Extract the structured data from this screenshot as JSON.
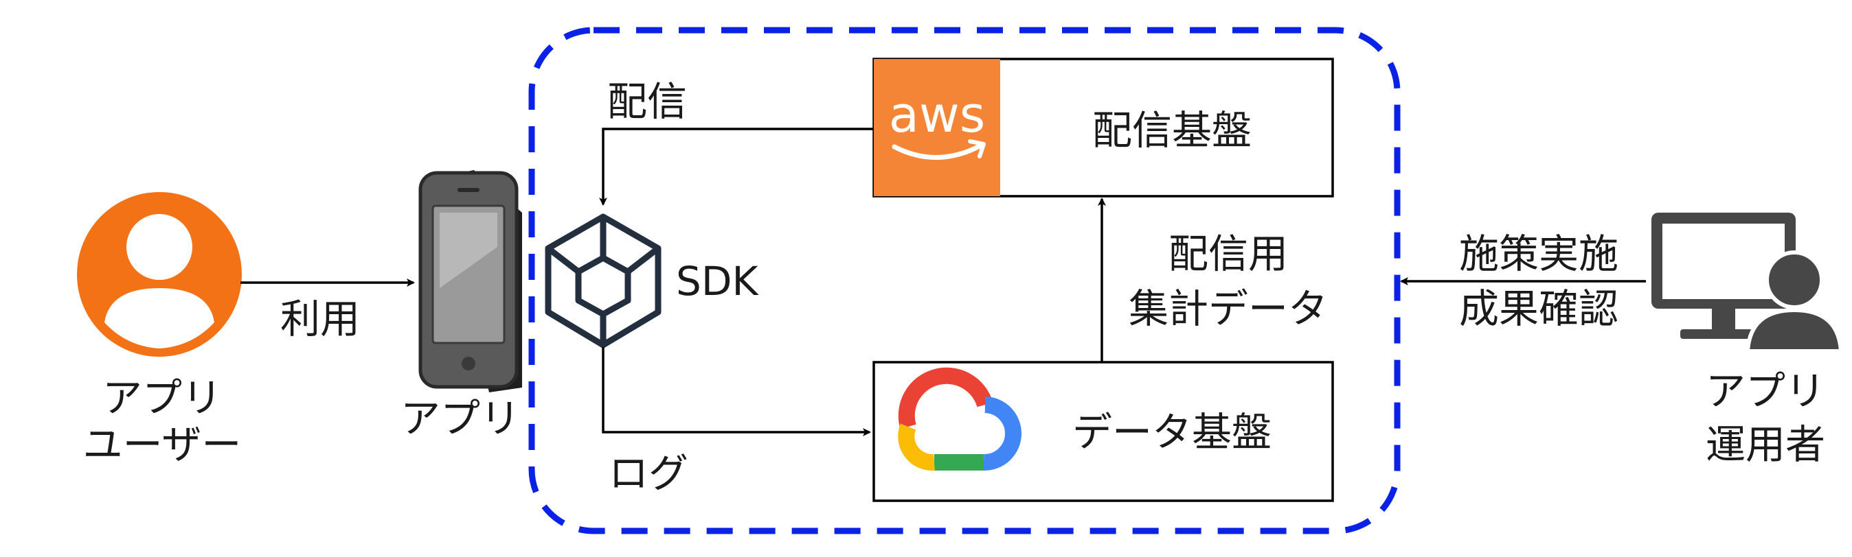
{
  "labels": {
    "app_user": [
      "アプリ",
      "ユーザー"
    ],
    "use": "利用",
    "app": "アプリ",
    "sdk": "SDK",
    "distribute": "配信",
    "log": "ログ",
    "delivery_platform": "配信基盤",
    "aws_logo_text": "aws",
    "data_platform": "データ基盤",
    "aggregated_data": [
      "配信用",
      "集計データ"
    ],
    "operation": [
      "施策実施",
      "成果確認"
    ],
    "app_operator": [
      "アプリ",
      "運用者"
    ]
  },
  "colors": {
    "boundary": "#0a22e6",
    "user_icon": "#f47216",
    "aws_bg": "#f58536",
    "operator_icon": "#474747",
    "sdk_icon": "#232f3e",
    "gcp_red": "#ea4335",
    "gcp_blue": "#4285f4",
    "gcp_yellow": "#fbbc05",
    "gcp_green": "#34a853"
  },
  "icons": [
    "user-icon",
    "smartphone-icon",
    "sdk-cube-icon",
    "aws-logo",
    "google-cloud-icon",
    "operator-monitor-icon"
  ]
}
